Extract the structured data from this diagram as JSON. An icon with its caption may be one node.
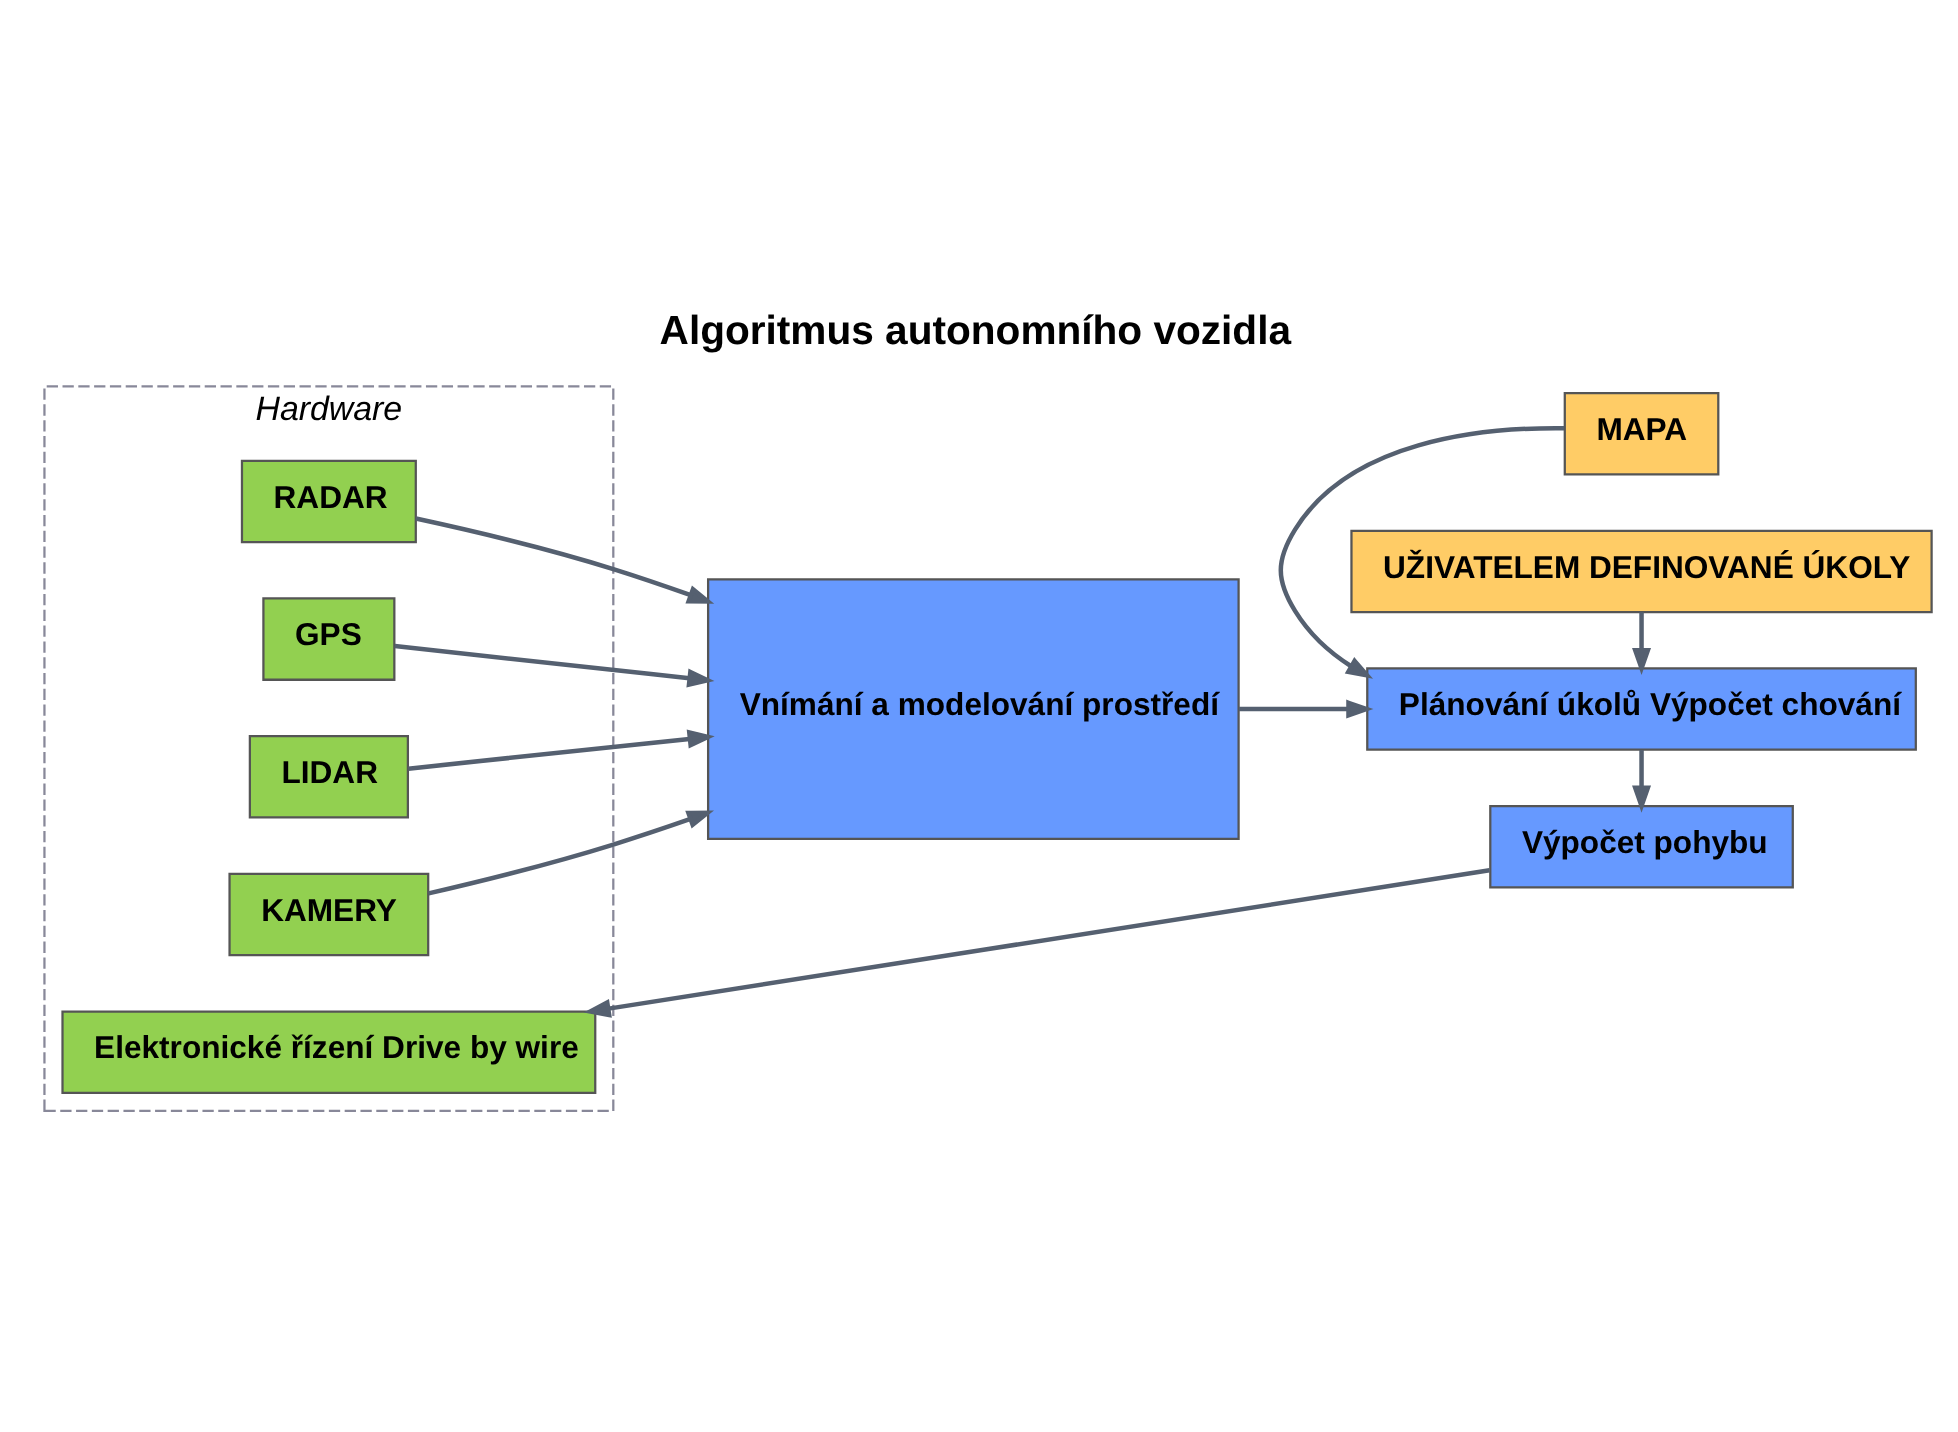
{
  "diagram": {
    "title": "Algoritmus autonomního vozidla",
    "nodes": [
      {
        "text": [
          "Hardware"
        ]
      },
      {
        "text": [
          "RADAR"
        ],
        "in": 0
      },
      {
        "text": [
          "GPS"
        ],
        "in": 0
      },
      {
        "text": [
          "LIDAR"
        ],
        "in": 0
      },
      {
        "text": [
          "KAMERY"
        ],
        "in": 0
      },
      {
        "text": [
          "Elektronické řízení Drive by wire"
        ],
        "in": 0
      },
      {
        "text": [
          "MAPA"
        ]
      },
      {
        "text": [
          "UŽIVATELEM DEFINOVANÉ ÚKOLY"
        ]
      },
      {
        "text": [
          "Vnímání a modelování prostředí"
        ]
      },
      {
        "text": [
          "Plánování úkolů Výpočet chování"
        ]
      },
      {
        "text": [
          "Výpočet pohybu"
        ]
      }
    ],
    "edges": [
      {
        "from": 1,
        "to": 8,
        "arrow": "to"
      },
      {
        "from": 2,
        "to": 8,
        "arrow": "to"
      },
      {
        "from": 3,
        "to": 8,
        "arrow": "to"
      },
      {
        "from": 4,
        "to": 8,
        "arrow": "to"
      },
      {
        "from": 6,
        "to": 9,
        "arrow": "to"
      },
      {
        "from": 7,
        "to": 9,
        "arrow": "to"
      },
      {
        "from": 8,
        "to": 9,
        "arrow": "to"
      },
      {
        "from": 9,
        "to": 10,
        "arrow": "to"
      },
      {
        "from": 10,
        "to": 5,
        "arrow": "to"
      }
    ]
  }
}
